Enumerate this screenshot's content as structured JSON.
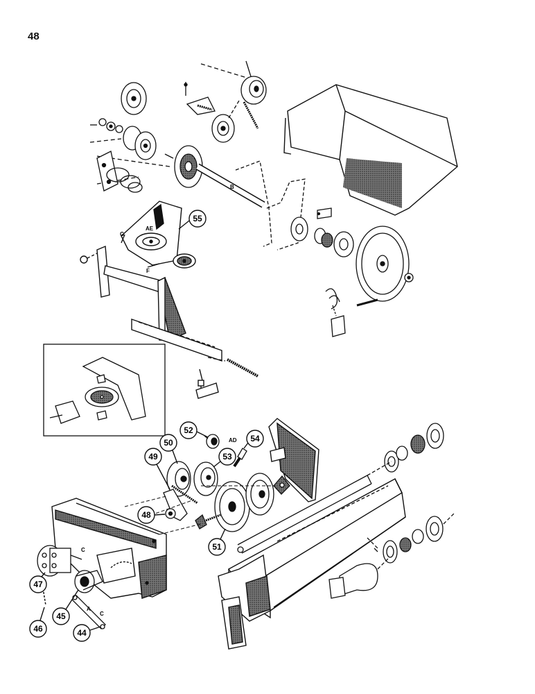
{
  "page_number": "48",
  "callouts": {
    "c44": "44",
    "c45": "45",
    "c46": "46",
    "c47": "47",
    "c48": "48",
    "c49": "49",
    "c50": "50",
    "c51": "51",
    "c52": "52",
    "c53": "53",
    "c54": "54",
    "c55": "55"
  },
  "letters": {
    "ae": "AE",
    "ad": "AD",
    "a": "A",
    "b": "B",
    "c": "C",
    "g": "G",
    "f": "F"
  },
  "colors": {
    "ink": "#111111",
    "shade": "#5a5a5a",
    "paper": "#ffffff"
  }
}
